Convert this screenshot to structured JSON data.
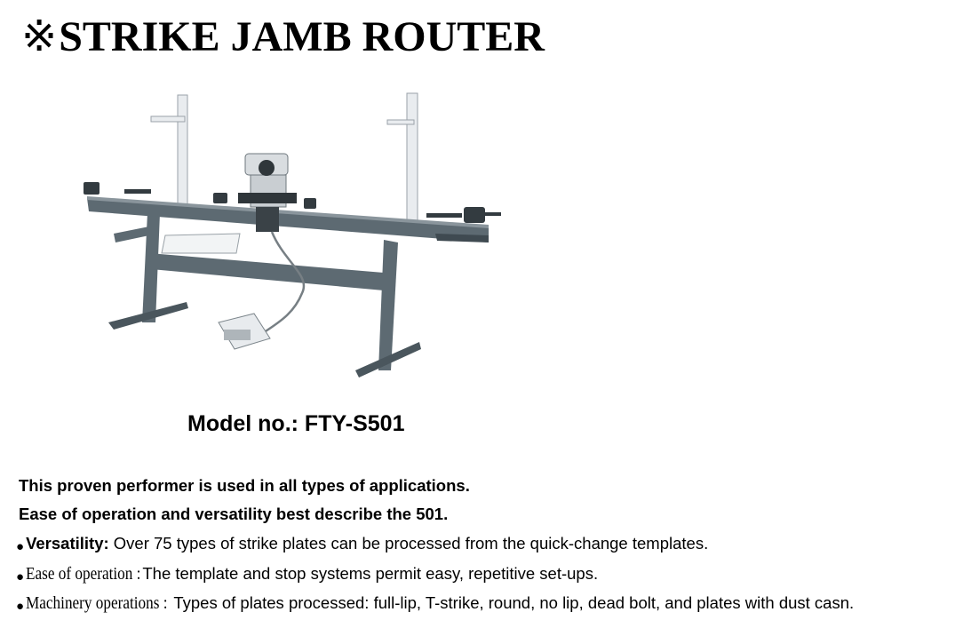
{
  "title": {
    "mark": "※",
    "text": "STRIKE JAMB ROUTER"
  },
  "model": {
    "text": "Model no.: FTY-S501"
  },
  "intro": [
    "This proven performer is used in all types of applications.",
    "Ease of operation and versatility best describe the 501."
  ],
  "features": [
    {
      "bullet": "●",
      "label": "Versatility:",
      "text": " Over 75 types of strike plates can be processed from the quick-change templates."
    },
    {
      "bullet": "●",
      "label": "Ease of operation :",
      "text": " The template and stop systems permit easy, repetitive set-ups."
    },
    {
      "bullet": "●",
      "label": "Machinery operations :",
      "text": " Types of plates processed: full-lip, T-strike, round, no lip, dead bolt, and plates with dust casn."
    }
  ],
  "colors": {
    "frame": "#5d6a72",
    "frame_dark": "#3f4a51",
    "post": "#e9ecef",
    "router_body": "#d9dde0"
  }
}
